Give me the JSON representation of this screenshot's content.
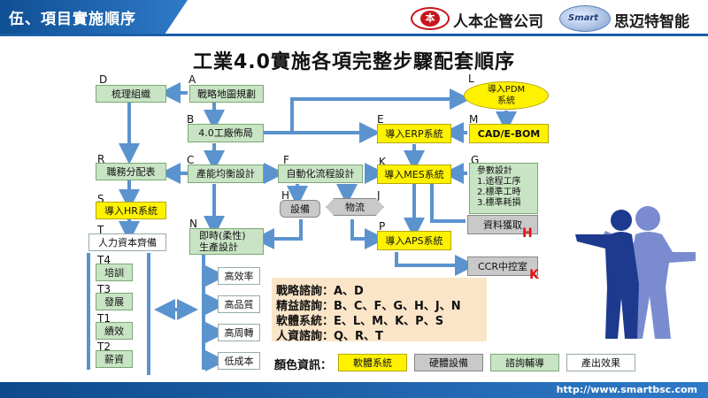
{
  "header": {
    "section_title": "伍、項目實施順序"
  },
  "logos": {
    "left_mark": "本",
    "left_name": "人本企管公司",
    "right_mark": "Smart",
    "right_name": "思迈特智能"
  },
  "title": "工業4.0實施各項完整步驟配套順序",
  "nodes": {
    "D": {
      "tag": "D",
      "label": "梳理組織"
    },
    "A": {
      "tag": "A",
      "label": "戰略地圖規劃"
    },
    "L": {
      "tag": "L",
      "label": "導入PDM\n系統"
    },
    "B": {
      "tag": "B",
      "label": "4.0工廠佈局"
    },
    "E": {
      "tag": "E",
      "label": "導入ERP系統"
    },
    "M": {
      "tag": "M",
      "label": "CAD/E-BOM"
    },
    "R": {
      "tag": "R",
      "label": "職務分配表"
    },
    "C": {
      "tag": "C",
      "label": "產能均衡設計"
    },
    "F": {
      "tag": "F",
      "label": "自動化流程設計"
    },
    "K": {
      "tag": "K",
      "label": "導入MES系統"
    },
    "G": {
      "tag": "G",
      "label": "參數設計\n1.途程工序\n2.標準工時\n3.標準耗損"
    },
    "H": {
      "tag": "H",
      "label": "設備"
    },
    "J": {
      "tag": "J",
      "label": "物流"
    },
    "S": {
      "tag": "S",
      "label": "導入HR系統"
    },
    "T": {
      "tag": "T",
      "label": "人力資本齊備"
    },
    "N": {
      "tag": "N",
      "label": "即時(柔性)\n生產設計"
    },
    "P": {
      "tag": "P",
      "label": "導入APS系統"
    },
    "DATA": {
      "label": "資料獲取",
      "tag": "H"
    },
    "CCR": {
      "label": "CCR中控室",
      "tag": "K"
    },
    "T4": {
      "tag": "T4",
      "label": "培訓"
    },
    "T3": {
      "tag": "T3",
      "label": "發展"
    },
    "T1": {
      "tag": "T1",
      "label": "績效"
    },
    "T2": {
      "tag": "T2",
      "label": "薪資"
    }
  },
  "outcomes": [
    "高效率",
    "高品質",
    "高周轉",
    "低成本"
  ],
  "legend": {
    "lines": [
      "戰略諮詢：A、D",
      "精益諮詢：B、C、F、G、H、J、N",
      "軟體系統：E、L、M、K、P、S",
      "人資諮詢：Q、R、T"
    ],
    "key_label": "顏色資訊：",
    "keys": [
      "軟體系統",
      "硬體設備",
      "諮詢輔導",
      "產出效果"
    ]
  },
  "colors": {
    "consulting": "#c9e4c5",
    "software": "#fff200",
    "hardware": "#c9c9c9",
    "output": "#ffffff",
    "arrow": "#5b93cf"
  },
  "footer": {
    "url": "http://www.smartbsc.com"
  }
}
